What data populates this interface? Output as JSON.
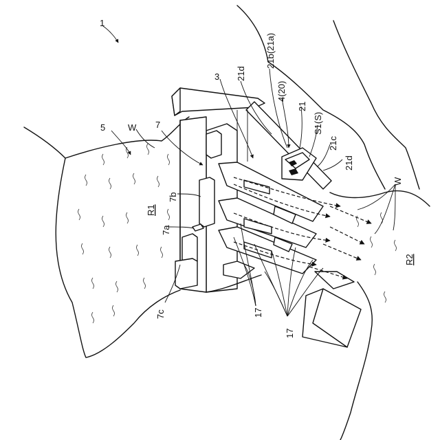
{
  "labels": {
    "ref_1": "1",
    "ref_5": "5",
    "ref_W_left": "W",
    "ref_7": "7",
    "ref_3": "3",
    "ref_21d_top": "21d",
    "ref_21b": "21b(21a)",
    "ref_4": "4(20)",
    "ref_21": "21",
    "ref_S1": "S1(S)",
    "ref_21c": "21c",
    "ref_21d_right": "21d",
    "ref_W_right": "W",
    "ref_R1": "R1",
    "ref_R2": "R2",
    "ref_7b": "7b",
    "ref_7a": "7a",
    "ref_7c": "7c",
    "ref_17_left": "17",
    "ref_17_right": "17"
  }
}
